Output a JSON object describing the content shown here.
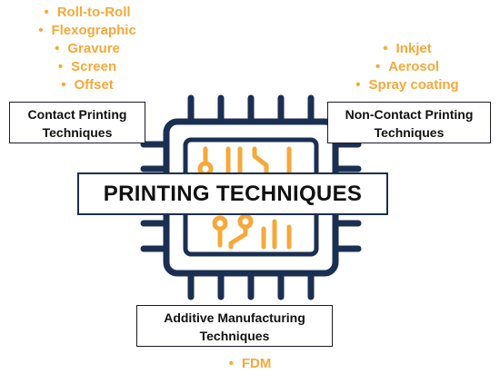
{
  "title": "PRINTING TECHNIQUES",
  "categories": {
    "contact": {
      "label_line1": "Contact Printing",
      "label_line2": "Techniques",
      "items": [
        "Roll-to-Roll",
        "Flexographic",
        "Gravure",
        "Screen",
        "Offset"
      ]
    },
    "non_contact": {
      "label_line1": "Non-Contact Printing",
      "label_line2": "Techniques",
      "items": [
        "Inkjet",
        "Aerosol",
        "Spray coating"
      ]
    },
    "additive": {
      "label_line1": "Additive Manufacturing",
      "label_line2": "Techniques",
      "items": [
        "FDM"
      ]
    }
  },
  "icon": "microchip-icon",
  "colors": {
    "bullet_text": "#f5a93a",
    "chip_outline": "#1b2f52",
    "circuit": "#f5a93a"
  }
}
